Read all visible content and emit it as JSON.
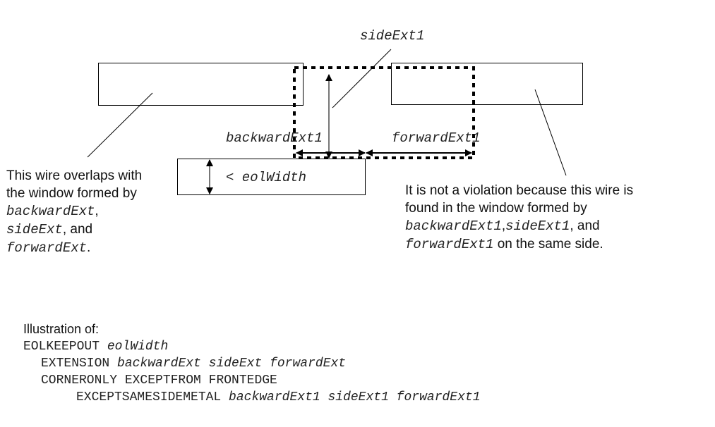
{
  "diagram": {
    "labels": {
      "side_ext1": "sideExt1",
      "backward_ext1": "backwardExt1",
      "forward_ext1": "forwardExt1",
      "eol_width": "< eolWidth"
    },
    "left_note": {
      "line1": "This wire overlaps with",
      "line2": "the window formed by",
      "line3_code": "backwardExt",
      "line3_rest": ",",
      "line4_code": "sideExt",
      "line4_rest": ", and",
      "line5_code": "forwardExt",
      "line5_rest": "."
    },
    "right_note": {
      "line1": "It is not a violation because this wire is",
      "line2": "found in the window formed by",
      "line3_code_a": "backwardExt1",
      "line3_sep": ",",
      "line3_code_b": "sideExt1",
      "line3_rest": ", and",
      "line4_code": "forwardExt1",
      "line4_rest": " on the same side."
    },
    "caption": {
      "title": "Illustration of:",
      "l1_kw": "EOLKEEPOUT",
      "l1_arg": "eolWidth",
      "l2_kw": "EXTENSION",
      "l2_arg": "backwardExt sideExt forwardExt",
      "l3_kw": "CORNERONLY EXCEPTFROM FRONTEDGE",
      "l4_kw": "EXCEPTSAMESIDEMETAL",
      "l4_arg": "backwardExt1 sideExt1 forwardExt1"
    }
  }
}
